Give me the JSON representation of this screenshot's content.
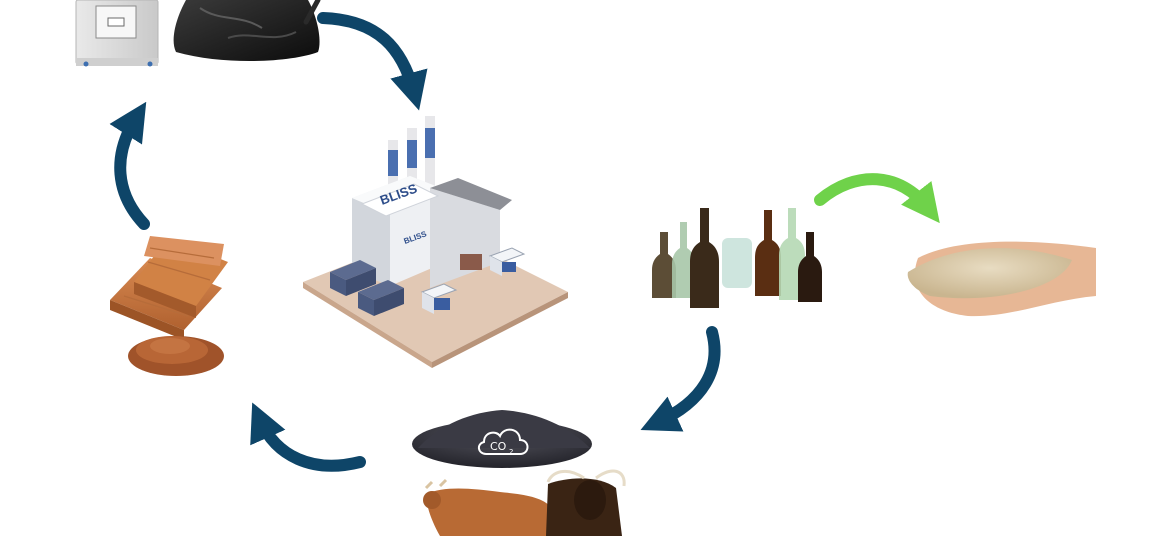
{
  "factory": {
    "brand": "BLISS",
    "brand_small": "BLISS"
  },
  "carbon_pile": {
    "label": "CO",
    "subscript": "2"
  },
  "colors": {
    "cycle_arrow": "#0e4568",
    "output_arrow": "#6fd24a",
    "factory_blue": "#4a6fb0",
    "terracotta": "#c8733d",
    "biochar": "#3a3a44"
  },
  "icons": [
    "waste-bin-machine-icon",
    "garbage-bag-icon",
    "bliss-factory-icon",
    "glass-bottles-icon",
    "sand-in-hand-icon",
    "biochar-pile-icon",
    "cattle-icon",
    "composite-decking-icon",
    "plastic-pellets-icon"
  ]
}
